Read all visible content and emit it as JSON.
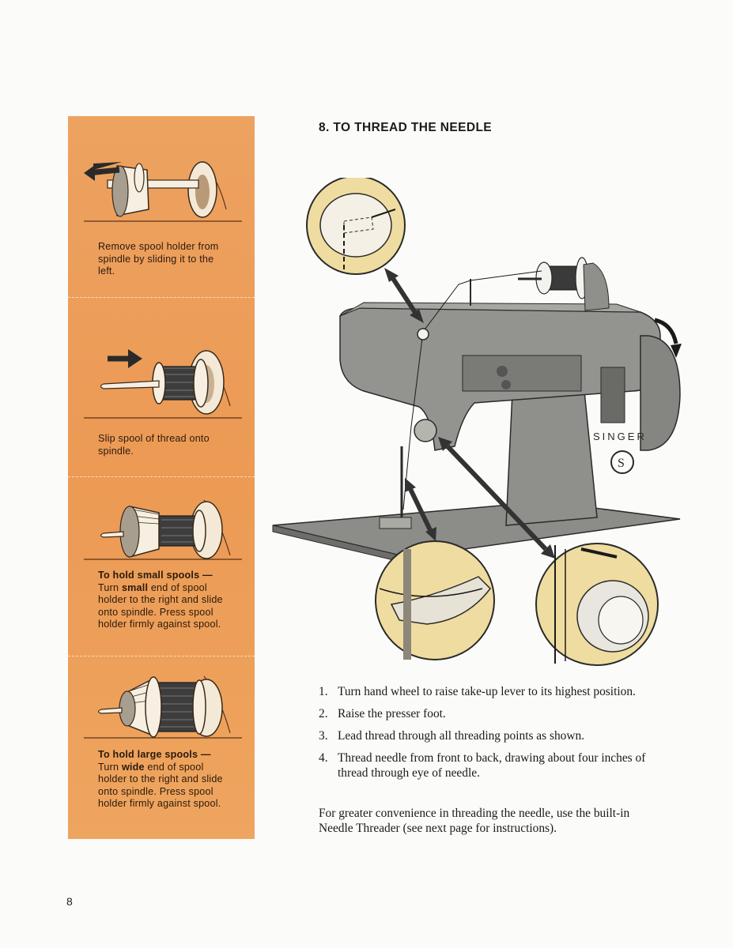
{
  "title": "8. TO THREAD THE NEEDLE",
  "steps": [
    {
      "text": "Remove spool holder from spindle by sliding it to the left."
    },
    {
      "text": "Slip spool of thread onto spindle."
    },
    {
      "heading": "To hold small spools —",
      "pre": "Turn ",
      "emph": "small",
      "post": " end of spool holder to the right and slide onto spindle. Press spool holder firmly against spool."
    },
    {
      "heading": "To hold large spools —",
      "pre": "Turn ",
      "emph": "wide",
      "post": " end of spool holder to the right and slide onto spindle. Press spool holder firmly against spool."
    }
  ],
  "instructions": [
    {
      "num": "1.",
      "text": "Turn hand wheel to raise take-up lever to its highest position."
    },
    {
      "num": "2.",
      "text": "Raise the presser foot."
    },
    {
      "num": "3.",
      "text": "Lead thread through all threading points as shown."
    },
    {
      "num": "4.",
      "text": "Thread needle from front to back, drawing about four inches of thread through eye of needle."
    }
  ],
  "note": "For greater convenience in threading the needle, use the built-in Needle Threader (see next page for instructions).",
  "machine_brand": "SINGER",
  "page_number": "8",
  "colors": {
    "panel": "#ec9a54",
    "machine": "#8f8f8b",
    "bubble": "#efdca0"
  }
}
